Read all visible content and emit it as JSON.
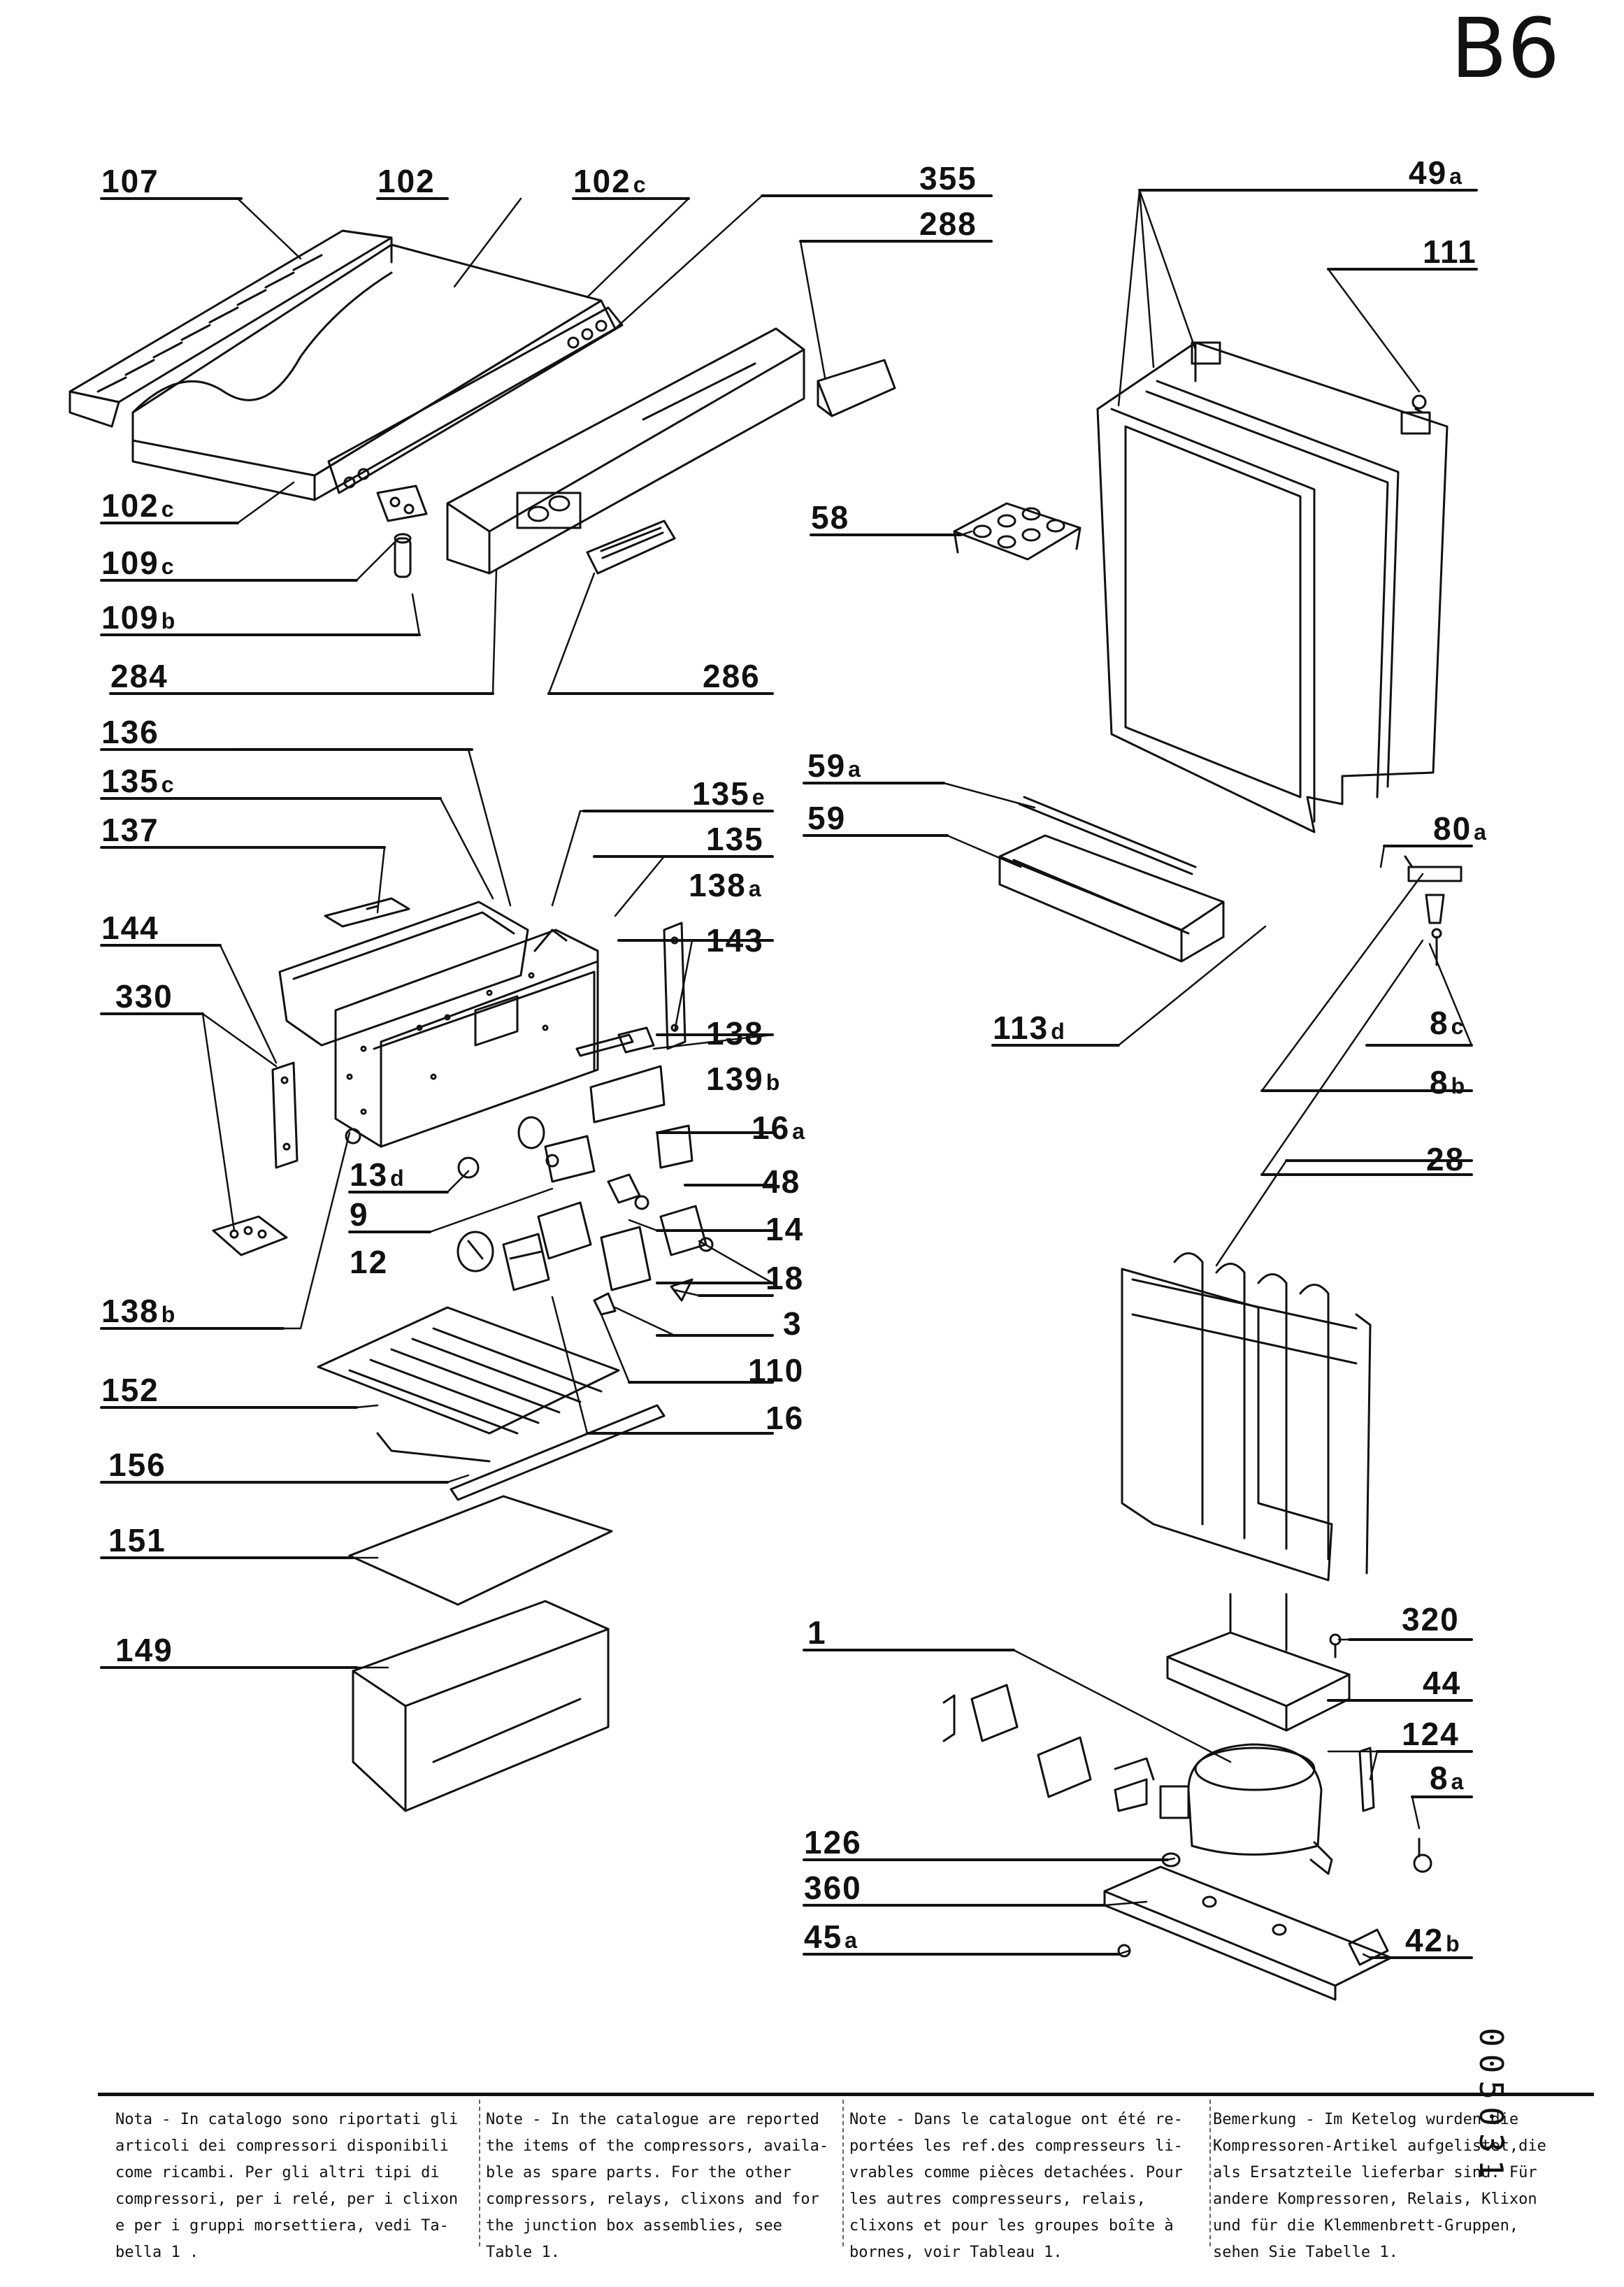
{
  "page_code": "B6",
  "sheet_number": "005031",
  "labels": {
    "l107": {
      "num": "107",
      "sfx": ""
    },
    "l102": {
      "num": "102",
      "sfx": ""
    },
    "l102c_top": {
      "num": "102",
      "sfx": "c"
    },
    "l355": {
      "num": "355",
      "sfx": ""
    },
    "l288": {
      "num": "288",
      "sfx": ""
    },
    "l49a": {
      "num": "49",
      "sfx": "a"
    },
    "l111": {
      "num": "111",
      "sfx": ""
    },
    "l102c": {
      "num": "102",
      "sfx": "c"
    },
    "l109c": {
      "num": "109",
      "sfx": "c"
    },
    "l109b": {
      "num": "109",
      "sfx": "b"
    },
    "l58": {
      "num": "58",
      "sfx": ""
    },
    "l284": {
      "num": "284",
      "sfx": ""
    },
    "l286": {
      "num": "286",
      "sfx": ""
    },
    "l136": {
      "num": "136",
      "sfx": ""
    },
    "l135c": {
      "num": "135",
      "sfx": "c"
    },
    "l135e": {
      "num": "135",
      "sfx": "e"
    },
    "l59a": {
      "num": "59",
      "sfx": "a"
    },
    "l59": {
      "num": "59",
      "sfx": ""
    },
    "l80a": {
      "num": "80",
      "sfx": "a"
    },
    "l137": {
      "num": "137",
      "sfx": ""
    },
    "l135": {
      "num": "135",
      "sfx": ""
    },
    "l138a": {
      "num": "138",
      "sfx": "a"
    },
    "l144": {
      "num": "144",
      "sfx": ""
    },
    "l143": {
      "num": "143",
      "sfx": ""
    },
    "l330": {
      "num": "330",
      "sfx": ""
    },
    "l113d": {
      "num": "113",
      "sfx": "d"
    },
    "l8c": {
      "num": "8",
      "sfx": "c"
    },
    "l138": {
      "num": "138",
      "sfx": ""
    },
    "l139b": {
      "num": "139",
      "sfx": "b"
    },
    "l8b": {
      "num": "8",
      "sfx": "b"
    },
    "l16a": {
      "num": "16",
      "sfx": "a"
    },
    "l28": {
      "num": "28",
      "sfx": ""
    },
    "l13d": {
      "num": "13",
      "sfx": "d"
    },
    "l48": {
      "num": "48",
      "sfx": ""
    },
    "l9": {
      "num": "9",
      "sfx": ""
    },
    "l14": {
      "num": "14",
      "sfx": ""
    },
    "l12": {
      "num": "12",
      "sfx": ""
    },
    "l18": {
      "num": "18",
      "sfx": ""
    },
    "l138b": {
      "num": "138",
      "sfx": "b"
    },
    "l3": {
      "num": "3",
      "sfx": ""
    },
    "l110": {
      "num": "110",
      "sfx": ""
    },
    "l152": {
      "num": "152",
      "sfx": ""
    },
    "l16": {
      "num": "16",
      "sfx": ""
    },
    "l156": {
      "num": "156",
      "sfx": ""
    },
    "l151": {
      "num": "151",
      "sfx": ""
    },
    "l320": {
      "num": "320",
      "sfx": ""
    },
    "l1": {
      "num": "1",
      "sfx": ""
    },
    "l149": {
      "num": "149",
      "sfx": ""
    },
    "l44": {
      "num": "44",
      "sfx": ""
    },
    "l124": {
      "num": "124",
      "sfx": ""
    },
    "l8a": {
      "num": "8",
      "sfx": "a"
    },
    "l126": {
      "num": "126",
      "sfx": ""
    },
    "l360": {
      "num": "360",
      "sfx": ""
    },
    "l45a": {
      "num": "45",
      "sfx": "a"
    },
    "l42b": {
      "num": "42",
      "sfx": "b"
    }
  },
  "notes": {
    "italian": "Nota - In catalogo sono riportati gli\narticoli dei compressori disponibili\ncome ricambi. Per gli altri tipi di\ncompressori, per i relé, per i clixon\ne per i gruppi morsettiera, vedi Ta-\nbella 1 .",
    "english": "Note - In the catalogue are reported\nthe items of the compressors, availa-\nble as spare parts. For the other\ncompressors, relays, clixons and for\nthe junction box assemblies, see\nTable 1.",
    "french": "Note - Dans le catalogue ont été re-\nportées les ref.des compresseurs li-\nvrables comme pièces detachées. Pour\nles autres compresseurs, relais,\nclixons et pour les groupes boîte à\nbornes, voir Tableau 1.",
    "german": "Bemerkung - Im Ketelog wurden die\nKompressoren-Artikel aufgelistet,die\nals Ersatzteile lieferbar sind. Für\nandere Kompressoren, Relais, Klixon\nund für die Klemmenbrett-Gruppen,\nsehen Sie Tabelle 1."
  }
}
